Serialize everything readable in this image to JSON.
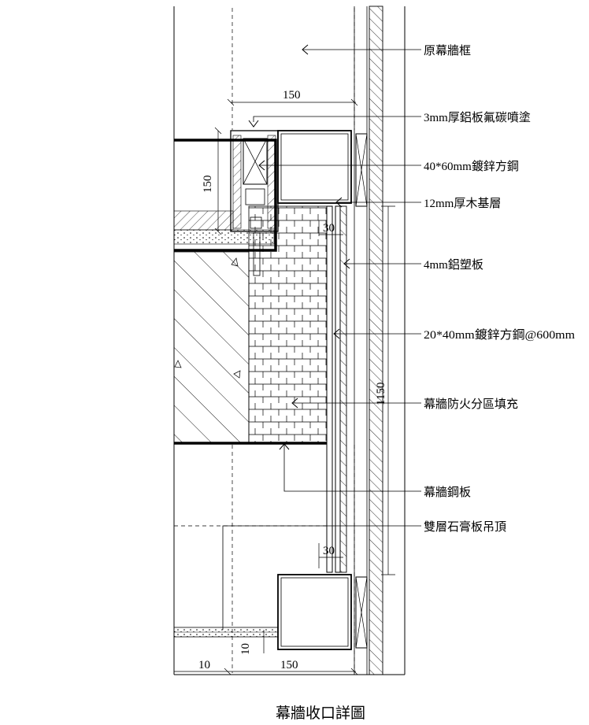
{
  "title": "幕牆收口詳圖",
  "labels": {
    "original_frame": "原幕牆框",
    "aluminum_panel": "3mm厚鋁板氟碳噴塗",
    "galv_square_steel_40x60": "40*60mm鍍鋅方鋼",
    "wood_base": "12mm厚木基層",
    "aluminum_composite": "4mm鋁塑板",
    "galv_square_steel_20x40": "20*40mm鍍鋅方鋼@600mm",
    "firestop_fill": "幕牆防火分區填充",
    "curtain_steel_plate": "幕牆鋼板",
    "double_gypsum_ceiling": "雙層石膏板吊頂"
  },
  "dimensions": {
    "top_width": "150",
    "upper_height": "150",
    "gap_top": "30",
    "total_height": "1150",
    "gap_bottom": "30",
    "ceiling_thickness": "10",
    "bottom_offset": "10",
    "bottom_width": "150"
  }
}
